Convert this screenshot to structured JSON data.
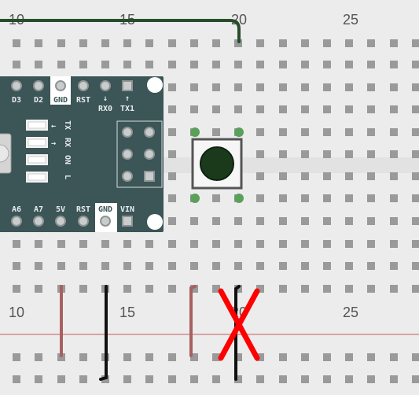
{
  "breadboard": {
    "top_column_numbers": [
      "10",
      "15",
      "20",
      "25"
    ],
    "bottom_column_numbers": [
      "10",
      "15",
      "20",
      "25"
    ]
  },
  "arduino": {
    "top_pin_labels": [
      "D3",
      "D2",
      "GND",
      "RST",
      "RX0",
      "TX1"
    ],
    "rx0_arrow": "↓",
    "tx1_arrow": "↑",
    "led_labels": [
      "TX",
      "RX",
      "ON",
      "L"
    ],
    "led_arrows": [
      "←",
      "→"
    ],
    "bottom_pin_labels": [
      "A6",
      "A7",
      "5V",
      "RST",
      "GND",
      "VIN"
    ]
  },
  "colors": {
    "board_background": "#ececec",
    "arduino_body": "#3c5557",
    "wire_dark_green": "#274d2a",
    "wire_red": "#a86060",
    "wire_black": "#111111",
    "delete_mark": "#ff0000",
    "button_cap": "#1b3a1b",
    "pin_highlight": "#5aa05a"
  },
  "delete_mark_icon": "x-icon"
}
